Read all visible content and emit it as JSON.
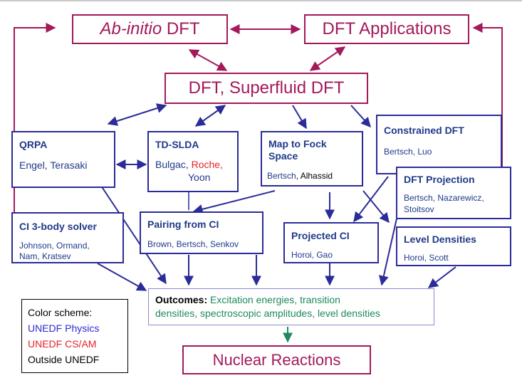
{
  "top": {
    "abinitio_em": "Ab-initio",
    "abinitio_rest": " DFT",
    "applications": "DFT Applications"
  },
  "superfluid": "DFT, Superfluid DFT",
  "qrpa": {
    "title": "QRPA",
    "names": "Engel, Terasaki"
  },
  "tdslda": {
    "title": "TD-SLDA",
    "n1": "Bulgac, ",
    "n2": "Roche,",
    "n3": "Yoon"
  },
  "fock": {
    "title1": "Map to Fock",
    "title2": "Space",
    "n1": "Bertsch",
    "n2": ", Alhassid"
  },
  "constrained": {
    "title": "Constrained DFT",
    "names": "Bertsch, Luo"
  },
  "projection": {
    "title": "DFT Projection",
    "n1": "Bertsch, Nazarewicz,",
    "n2": "Stoitsov"
  },
  "ci3": {
    "title": "CI 3-body solver",
    "n1": "Johnson, Ormand,",
    "n2": "Nam, Kratsev"
  },
  "pairing": {
    "title": "Pairing from CI",
    "names": "Brown, Bertsch, Senkov"
  },
  "projected_ci": {
    "title": "Projected CI",
    "names": "Horoi, Gao"
  },
  "level_densities": {
    "title": "Level Densities",
    "names": "Horoi, Scott"
  },
  "outcomes": {
    "label": "Outcomes:",
    "l1": " Excitation energies, transition",
    "l2": "densities, spectroscopic amplitudes, level densities"
  },
  "legend": {
    "heading": "Color scheme:",
    "physics": "UNEDF Physics",
    "csam": "UNEDF CS/AM",
    "outside": "Outside UNEDF"
  },
  "reactions": "Nuclear Reactions",
  "colors": {
    "maroon": "#a3195b",
    "navy": "#2b2b9a",
    "blue_text": "#1f3a8a",
    "red": "#e8202a",
    "green": "#1e8a5a"
  }
}
